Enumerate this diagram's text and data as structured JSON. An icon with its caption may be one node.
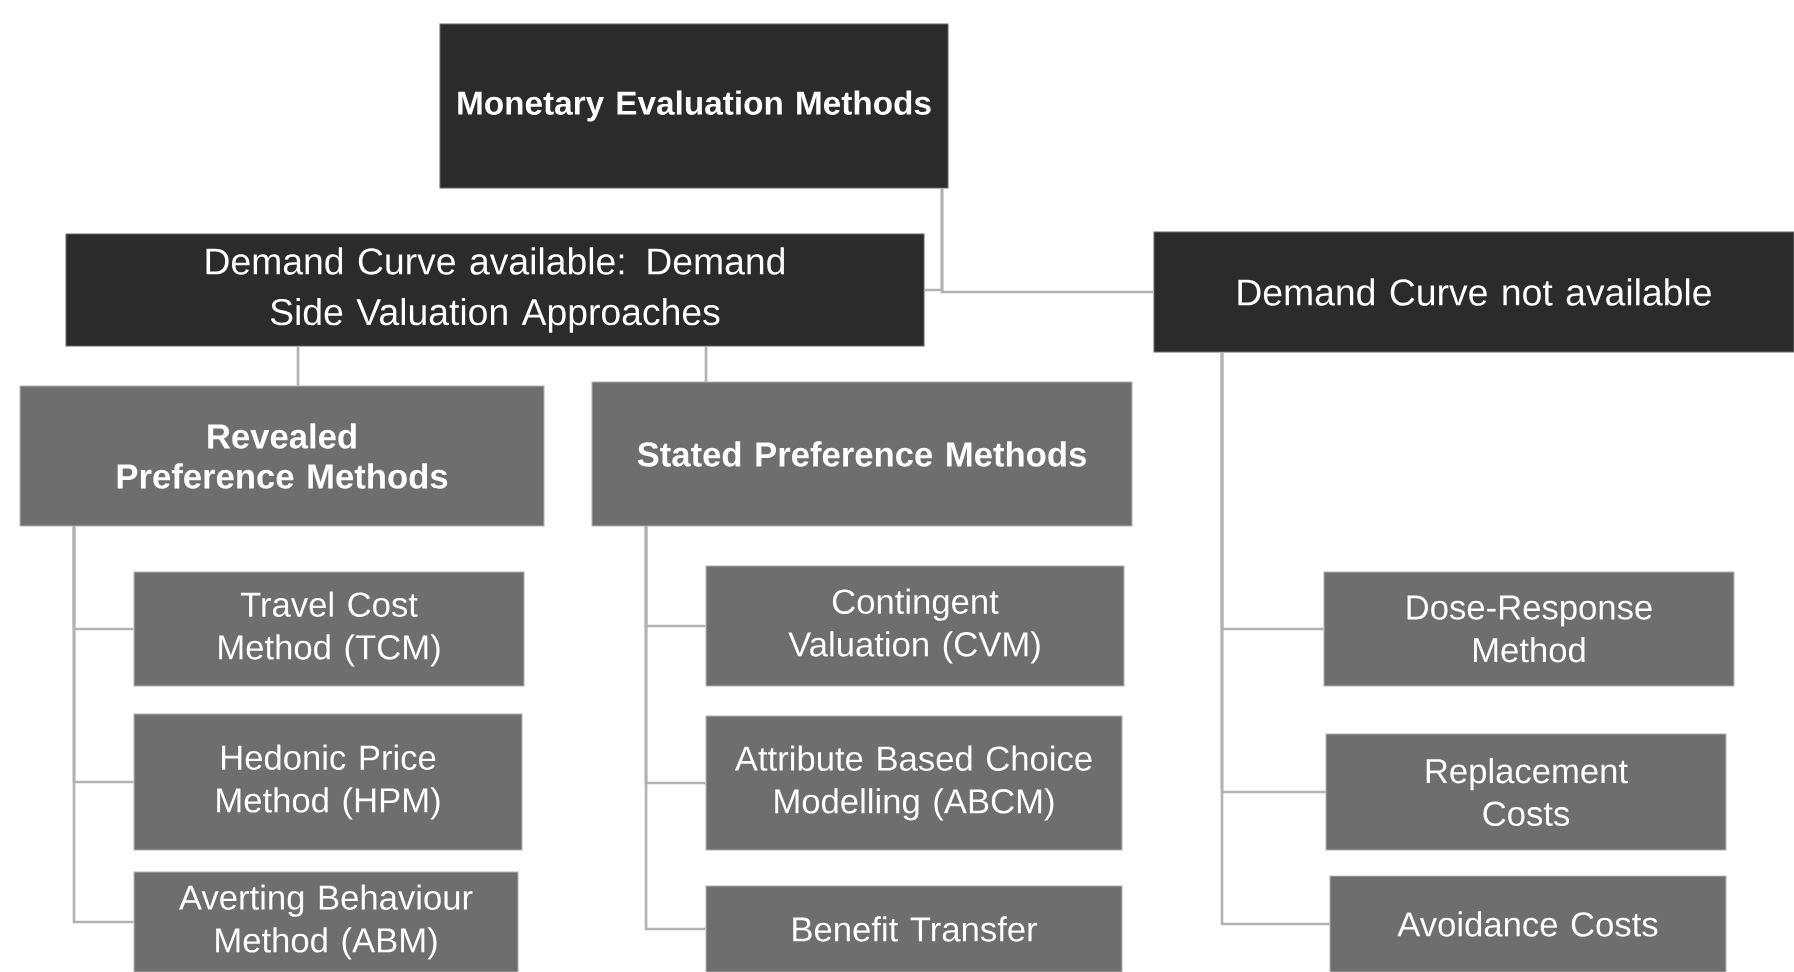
{
  "diagram": {
    "nodes": [
      {
        "text": [
          "Monetary Evaluation Methods"
        ]
      },
      {
        "text": [
          "Demand Curve available: Demand Side Valuation Approaches"
        ]
      },
      {
        "text": [
          "Demand Curve not available"
        ]
      },
      {
        "text": [
          "Revealed Preference Methods"
        ]
      },
      {
        "text": [
          "Stated Preference Methods"
        ]
      },
      {
        "text": [
          "Travel Cost Method (TCM)"
        ]
      },
      {
        "text": [
          "Hedonic Price Method (HPM)"
        ]
      },
      {
        "text": [
          "Averting Behaviour Method (ABM)"
        ]
      },
      {
        "text": [
          "Contingent Valuation (CVM)"
        ]
      },
      {
        "text": [
          "Attribute Based Choice Modelling (ABCM)"
        ]
      },
      {
        "text": [
          "Benefit Transfer"
        ]
      },
      {
        "text": [
          "Dose-Response Method"
        ]
      },
      {
        "text": [
          "Replacement Costs"
        ]
      },
      {
        "text": [
          "Avoidance Costs"
        ]
      }
    ],
    "edges": [
      {
        "from": 0,
        "to": 1,
        "arrow": "none"
      },
      {
        "from": 0,
        "to": 2,
        "arrow": "none"
      },
      {
        "from": 1,
        "to": 3,
        "arrow": "none"
      },
      {
        "from": 1,
        "to": 4,
        "arrow": "none"
      },
      {
        "from": 3,
        "to": 5,
        "arrow": "none"
      },
      {
        "from": 3,
        "to": 6,
        "arrow": "none"
      },
      {
        "from": 3,
        "to": 7,
        "arrow": "none"
      },
      {
        "from": 4,
        "to": 8,
        "arrow": "none"
      },
      {
        "from": 4,
        "to": 9,
        "arrow": "none"
      },
      {
        "from": 4,
        "to": 10,
        "arrow": "none"
      },
      {
        "from": 2,
        "to": 11,
        "arrow": "none"
      },
      {
        "from": 2,
        "to": 12,
        "arrow": "none"
      },
      {
        "from": 2,
        "to": 13,
        "arrow": "none"
      }
    ]
  }
}
